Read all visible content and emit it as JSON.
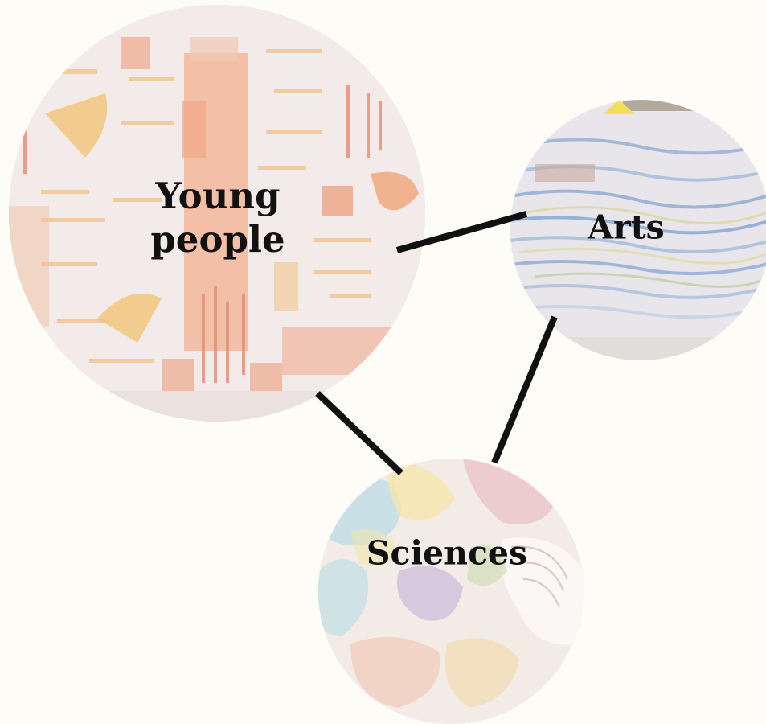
{
  "nodes": {
    "young_people": {
      "label": "Young\npeople"
    },
    "arts": {
      "label": "Arts"
    },
    "sciences": {
      "label": "Sciences"
    }
  },
  "connections": [
    {
      "from": "young_people",
      "to": "arts"
    },
    {
      "from": "young_people",
      "to": "sciences"
    },
    {
      "from": "arts",
      "to": "sciences"
    }
  ],
  "colors": {
    "background": "#fdfcf6",
    "connector": "#111111",
    "label": "#111111",
    "young_people_base": "#f1e6e3",
    "young_people_accent": "#f0a070",
    "arts_base": "#e7e6ea",
    "arts_accent": "#7ea0d0",
    "sciences_base": "#f0e7e7",
    "sciences_accent": "#e8c0b8"
  }
}
